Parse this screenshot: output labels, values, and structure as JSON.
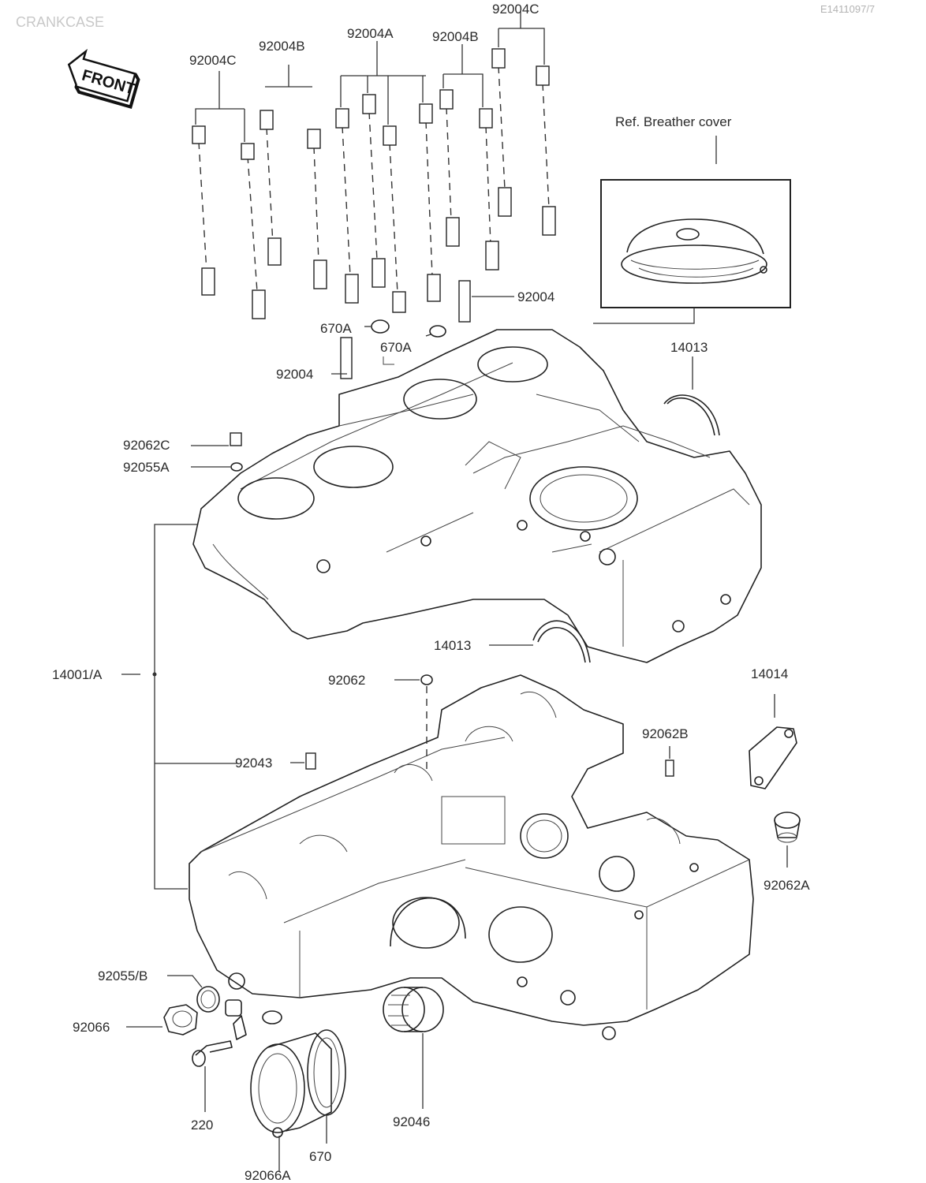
{
  "header": {
    "section_title": "CRANKCASE",
    "figure_code": "E1411097/7"
  },
  "orientation": {
    "front_label": "FRONT"
  },
  "reference": {
    "breather_cover": "Ref.  Breather cover"
  },
  "callouts": {
    "92004C_top": "92004C",
    "92004C_left": "92004C",
    "92004B_left": "92004B",
    "92004A": "92004A",
    "92004B_right": "92004B",
    "92004_a": "92004",
    "670A_a": "670A",
    "670A_b": "670A",
    "92004_b": "92004",
    "14013_a": "14013",
    "92062C": "92062C",
    "92055A": "92055A",
    "14001A": "14001/A",
    "14013_b": "14013",
    "92062": "92062",
    "14014": "14014",
    "92062B": "92062B",
    "92043": "92043",
    "92062A": "92062A",
    "92055B": "92055/B",
    "92066": "92066",
    "220": "220",
    "92066A": "92066A",
    "670": "670",
    "92046": "92046"
  }
}
